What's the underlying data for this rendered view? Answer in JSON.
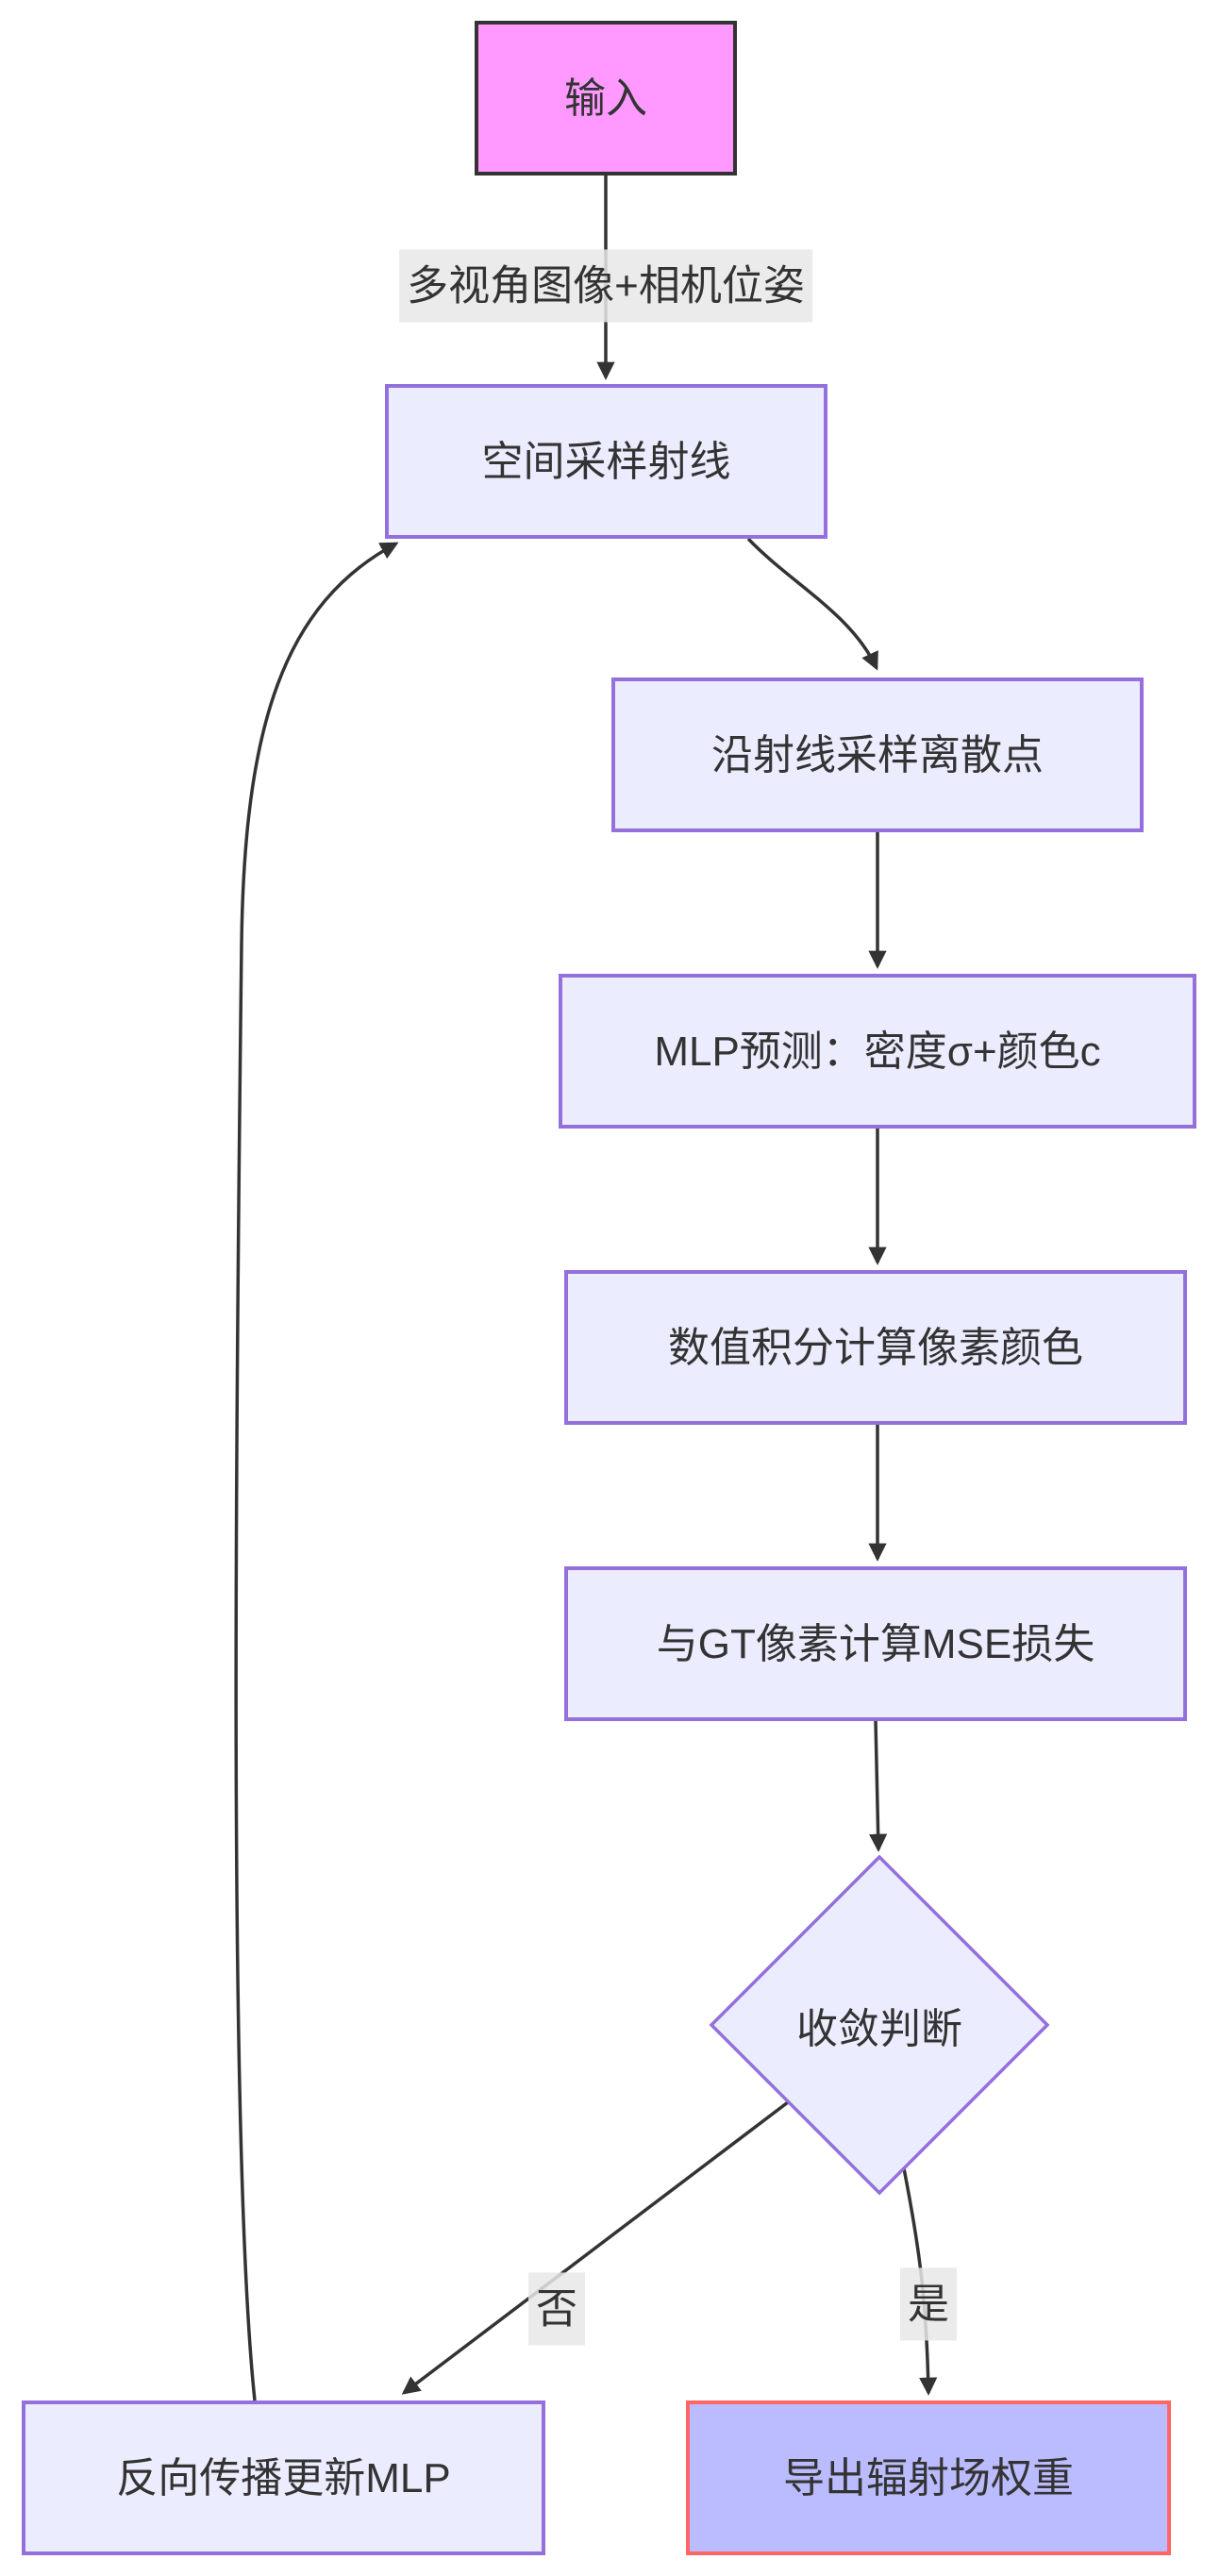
{
  "diagram": {
    "type": "flowchart",
    "direction": "top-down",
    "nodes": {
      "input": {
        "label": "输入",
        "fill": "#ff99ff",
        "stroke": "#333333"
      },
      "sample_rays": {
        "label": "空间采样射线",
        "fill": "#ECECFF",
        "stroke": "#9370DB"
      },
      "sample_points": {
        "label": "沿射线采样离散点",
        "fill": "#ECECFF",
        "stroke": "#9370DB"
      },
      "mlp_predict": {
        "label": "MLP预测：密度σ+颜色c",
        "fill": "#ECECFF",
        "stroke": "#9370DB"
      },
      "integration": {
        "label": "数值积分计算像素颜色",
        "fill": "#ECECFF",
        "stroke": "#9370DB"
      },
      "mse_loss": {
        "label": "与GT像素计算MSE损失",
        "fill": "#ECECFF",
        "stroke": "#9370DB"
      },
      "convergence": {
        "label": "收敛判断",
        "shape": "diamond",
        "fill": "#ECECFF",
        "stroke": "#9370DB"
      },
      "backprop": {
        "label": "反向传播更新MLP",
        "fill": "#ECECFF",
        "stroke": "#9370DB"
      },
      "export": {
        "label": "导出辐射场权重",
        "fill": "#bbbbff",
        "stroke": "#ff6666"
      }
    },
    "edge_labels": {
      "input_to_rays": "多视角图像+相机位姿",
      "no": "否",
      "yes": "是"
    },
    "colors": {
      "edge": "#333333",
      "node_fill": "#ECECFF",
      "node_stroke": "#9370DB",
      "label_bg": "#e8e8e8",
      "text": "#333333",
      "background": "#ffffff"
    }
  }
}
